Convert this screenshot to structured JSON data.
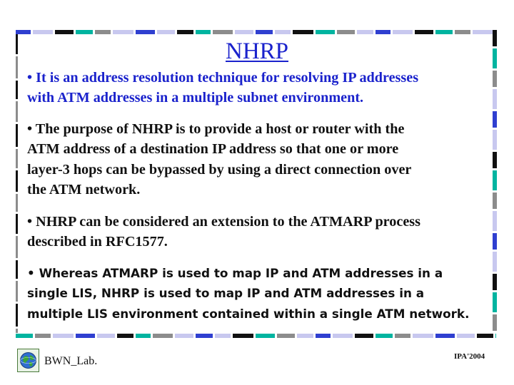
{
  "slide": {
    "title": "NHRP",
    "paragraphs": [
      {
        "lines": [
          "• It is an address resolution technique for resolving IP addresses",
          "with ATM addresses in a multiple subnet environment."
        ]
      },
      {
        "lines": [
          "• The purpose of NHRP is to provide a host or router with the",
          "ATM address of a destination IP address so that one or more",
          "layer-3 hops can be bypassed by using a direct connection over",
          "the ATM network."
        ]
      },
      {
        "lines": [
          "• NHRP can be considered an extension to the ATMARP process",
          "described in RFC1577."
        ]
      },
      {
        "lines": [
          "• Whereas ATMARP is used to map IP and ATM addresses in a",
          "single LIS, NHRP is used to map IP and ATM addresses in a",
          "multiple LIS environment contained within a single ATM network."
        ]
      }
    ]
  },
  "footer": {
    "lab": "BWN_Lab.",
    "right": "IPA'2004"
  },
  "colors": {
    "title": "#1a22cc",
    "border_blue": "#2f3fd0",
    "border_teal": "#00b4a0",
    "border_gray": "#8c8c8c",
    "border_black": "#111111",
    "border_lavender": "#c8c8ef"
  },
  "icons": {
    "logo": "globe-logo-icon"
  }
}
